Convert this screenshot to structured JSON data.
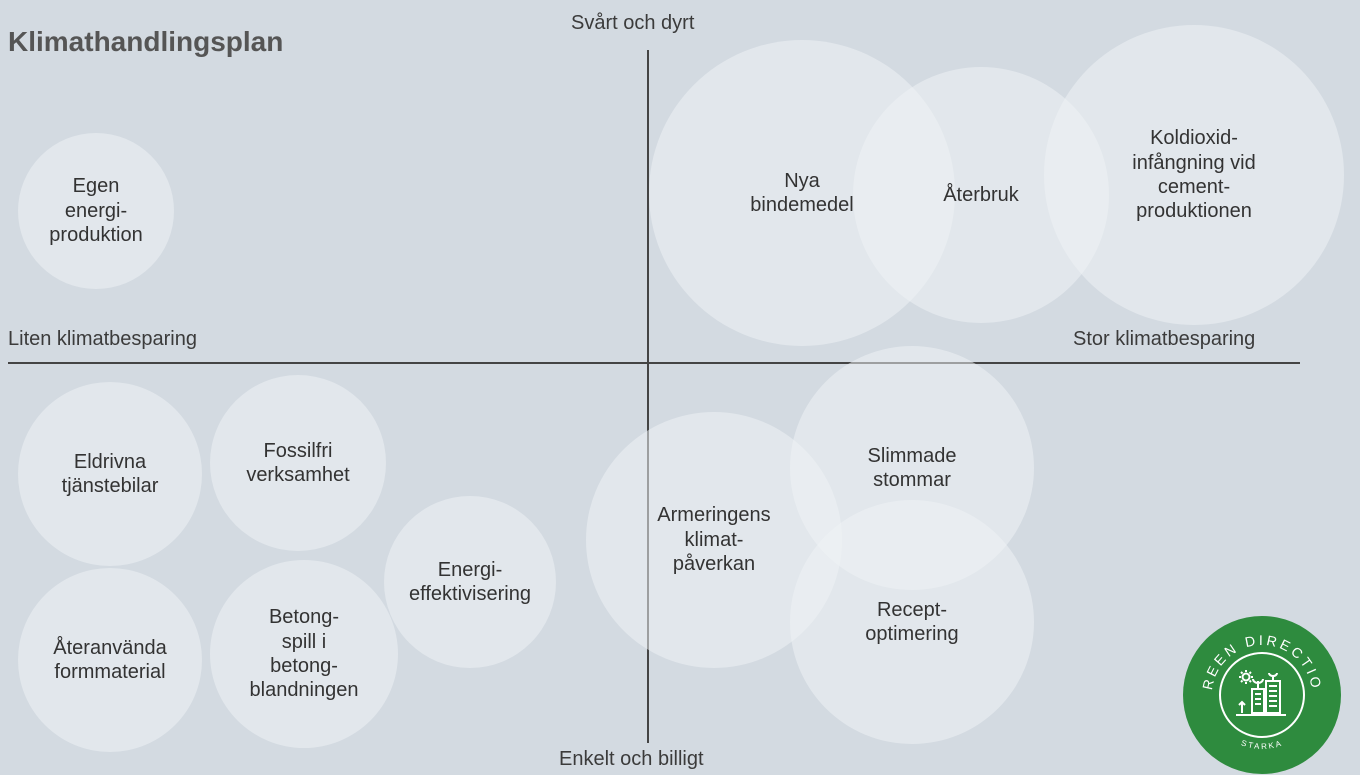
{
  "title": "Klimathandlingsplan",
  "axes": {
    "top": "Svårt och dyrt",
    "bottom": "Enkelt och billigt",
    "left": "Liten klimatbesparing",
    "right": "Stor klimatbesparing"
  },
  "bubbles": [
    "Egen\nenergi-\nproduktion",
    "Nya\nbindemedel",
    "Återbruk",
    "Koldioxid-\ninfångning vid\ncement-\nproduktionen",
    "Eldrivna\ntjänstebilar",
    "Fossilfri\nverksamhet",
    "Energi-\neffektivisering",
    "Återanvända\nformmaterial",
    "Betong-\nspill i\nbetong-\nblandningen",
    "Armeringens\nklimat-\npåverkan",
    "Slimmade\nstommar",
    "Recept-\noptimering"
  ],
  "logo": {
    "top_text": "GREEN DIRECTION",
    "bottom_text": "STARKA",
    "color": "#2e8b3e"
  }
}
